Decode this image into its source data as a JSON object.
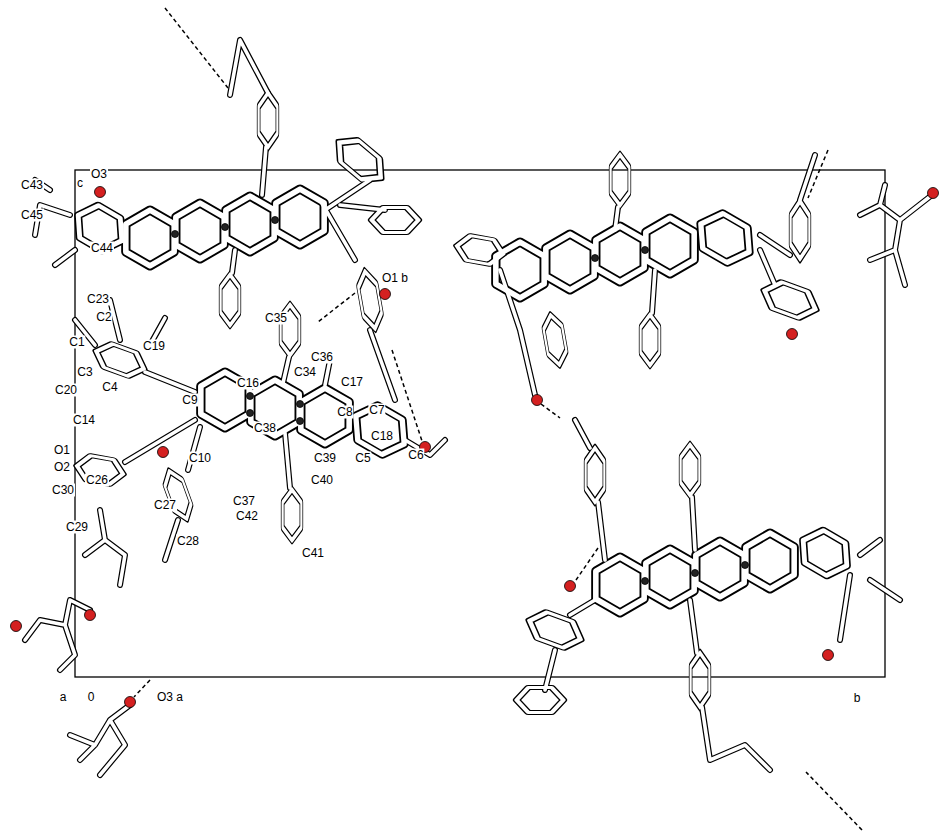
{
  "diagram": {
    "labels": [
      "C43",
      "c",
      "O3",
      "C45",
      "C44",
      "O1 b",
      "C23",
      "C2",
      "C35",
      "C1",
      "C19",
      "C36",
      "C34",
      "C3",
      "C20",
      "C17",
      "C4",
      "C16",
      "C9",
      "C8",
      "C7",
      "C14",
      "C18",
      "C38",
      "O1",
      "O2",
      "C10",
      "C5",
      "C6",
      "C39",
      "C30",
      "C26",
      "C40",
      "C27",
      "C37",
      "C42",
      "C29",
      "C28",
      "C41",
      "a",
      "0",
      "O3 a",
      "b"
    ]
  }
}
